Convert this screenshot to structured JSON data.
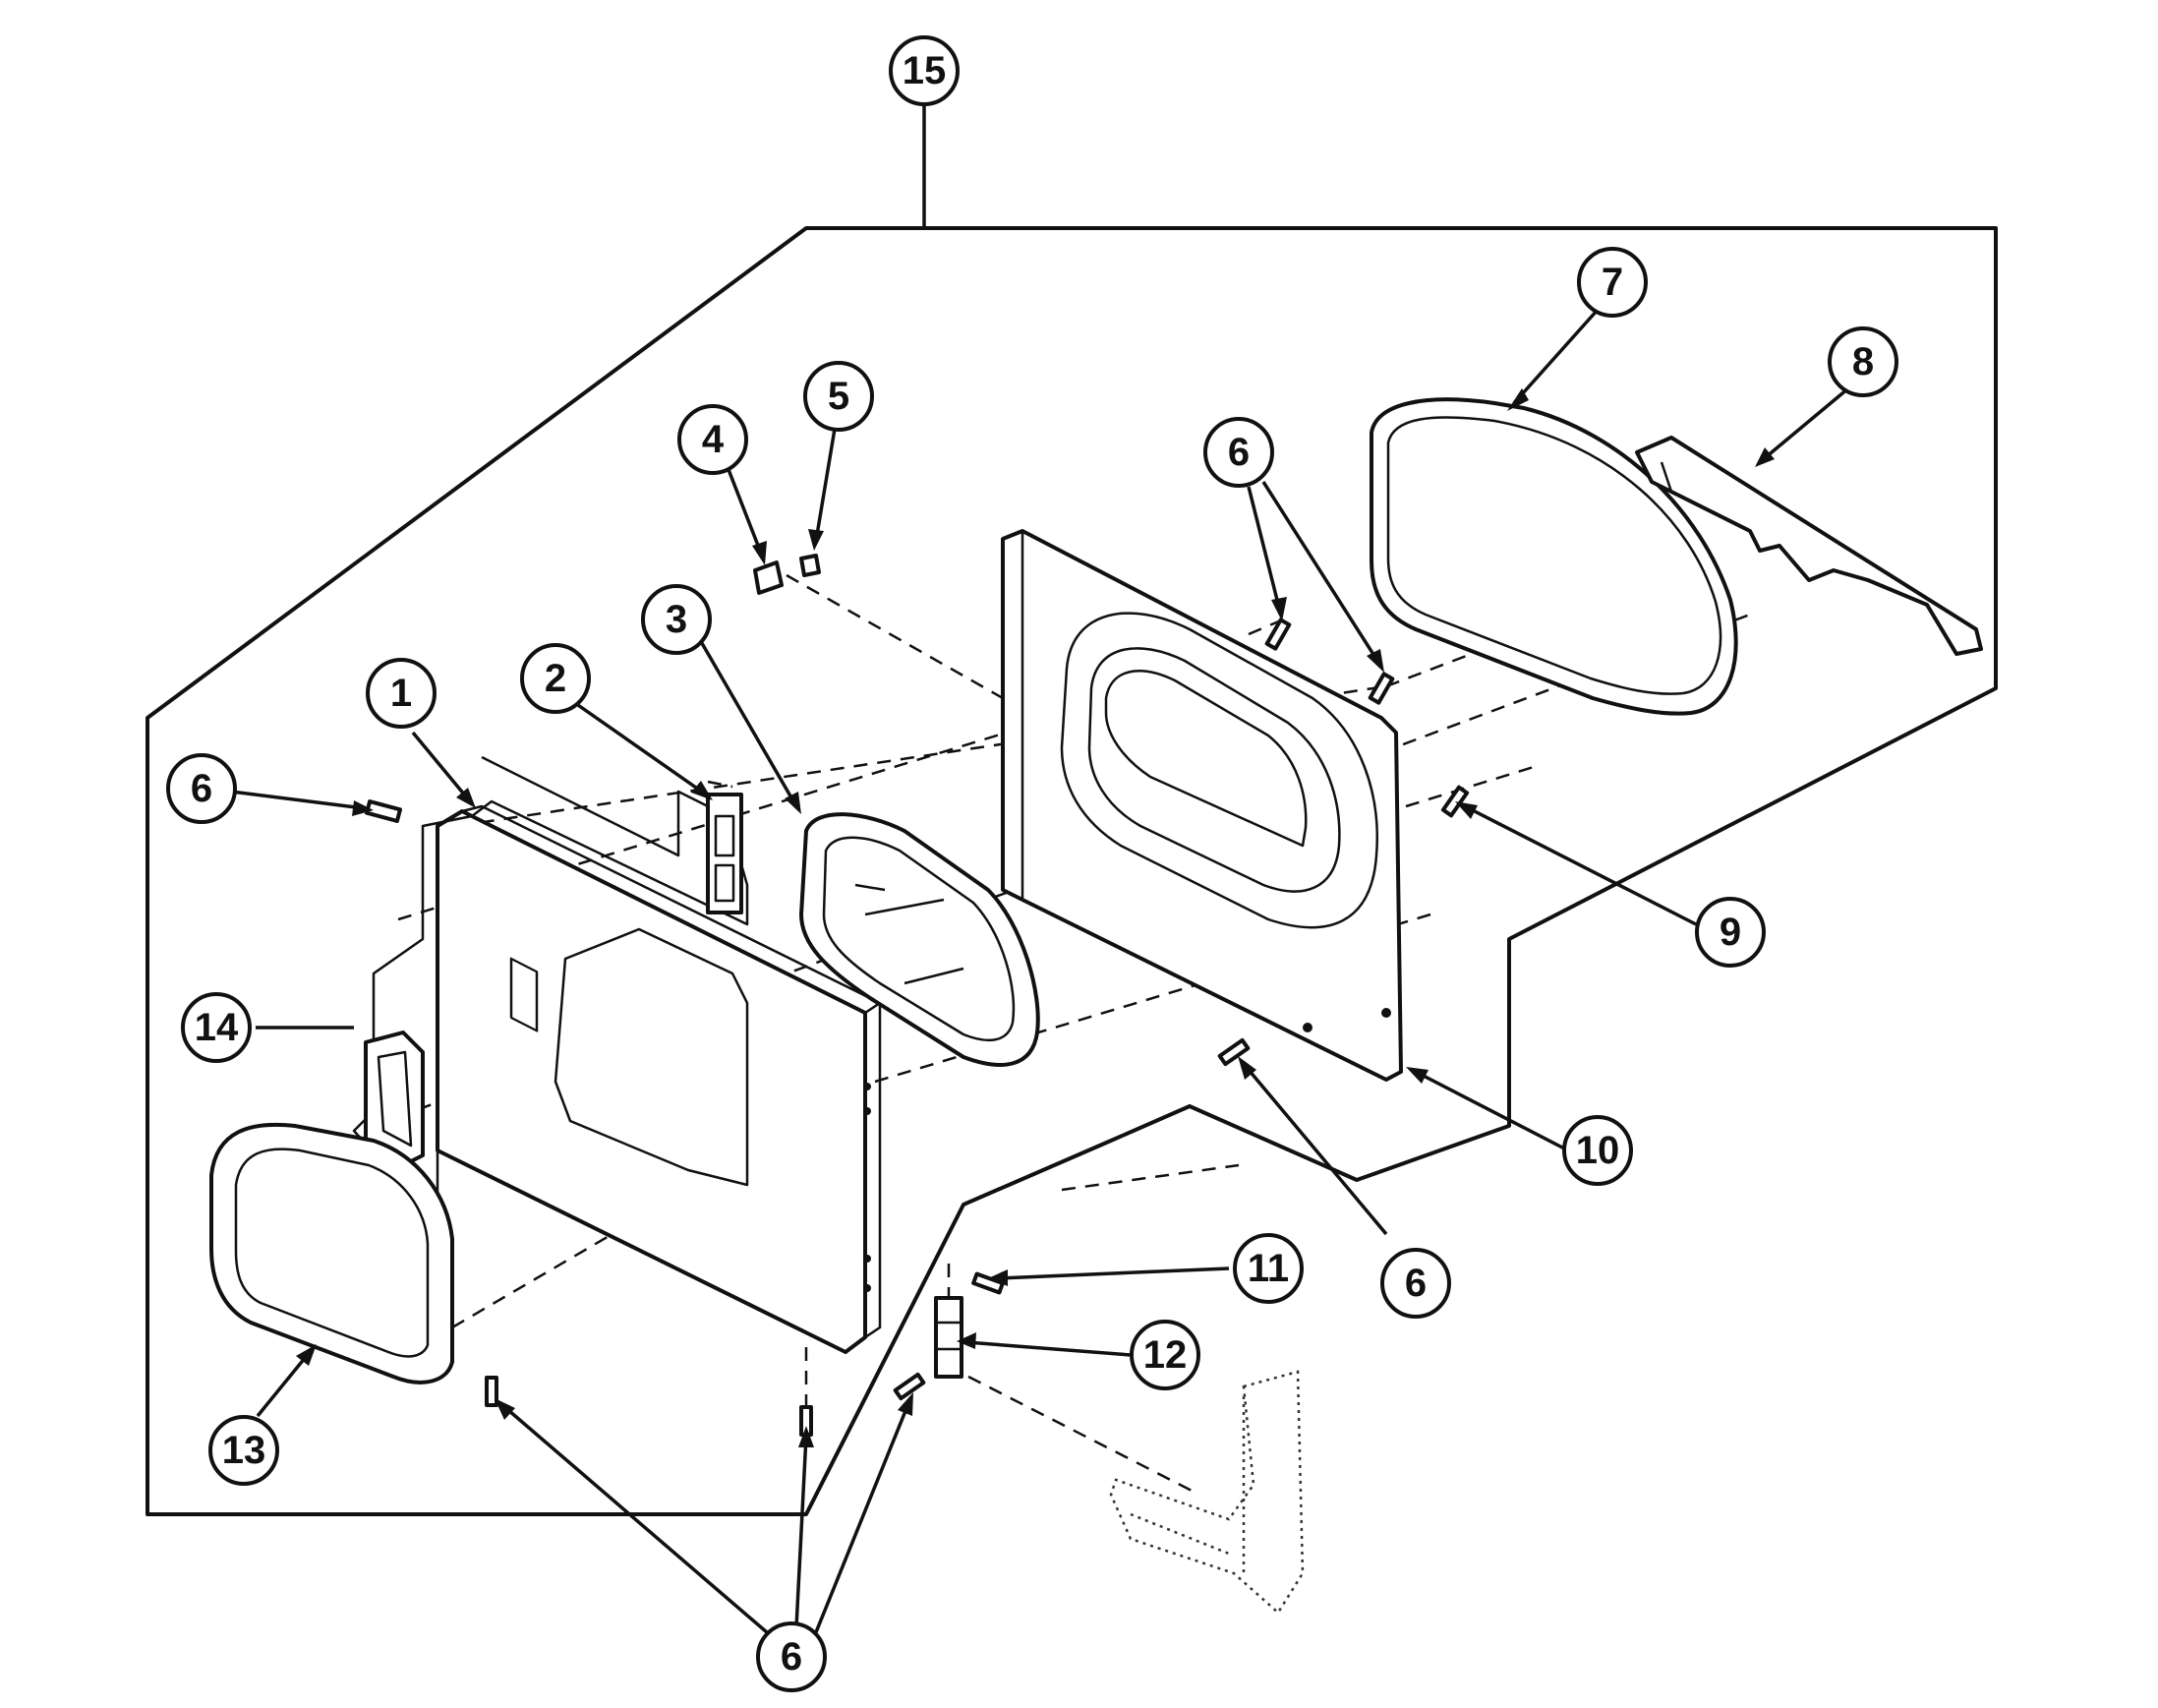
{
  "callouts": [
    {
      "id": "15",
      "label": "15"
    },
    {
      "id": "7",
      "label": "7"
    },
    {
      "id": "8",
      "label": "8"
    },
    {
      "id": "5",
      "label": "5"
    },
    {
      "id": "4",
      "label": "4"
    },
    {
      "id": "6a",
      "label": "6"
    },
    {
      "id": "3",
      "label": "3"
    },
    {
      "id": "2",
      "label": "2"
    },
    {
      "id": "1",
      "label": "1"
    },
    {
      "id": "6b",
      "label": "6"
    },
    {
      "id": "9",
      "label": "9"
    },
    {
      "id": "14",
      "label": "14"
    },
    {
      "id": "10",
      "label": "10"
    },
    {
      "id": "6c",
      "label": "6"
    },
    {
      "id": "11",
      "label": "11"
    },
    {
      "id": "12",
      "label": "12"
    },
    {
      "id": "13",
      "label": "13"
    },
    {
      "id": "6d",
      "label": "6"
    }
  ]
}
